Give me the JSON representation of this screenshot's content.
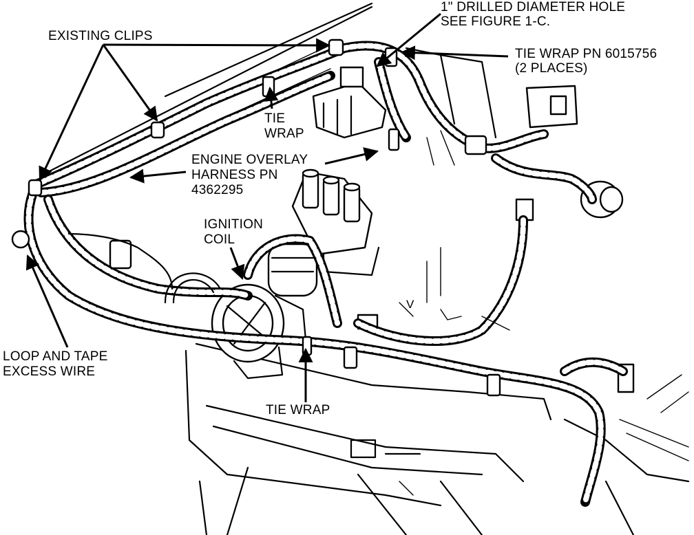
{
  "callouts": {
    "existing_clips": "EXISTING CLIPS",
    "drilled_hole_1": "1\" DRILLED DIAMETER HOLE",
    "drilled_hole_2": "SEE FIGURE 1-C.",
    "tie_wrap_pn_1": "TIE WRAP PN 6015756",
    "tie_wrap_pn_2": "(2 PLACES)",
    "tie_wrap_top_1": "TIE",
    "tie_wrap_top_2": "WRAP",
    "engine_overlay_1": "ENGINE OVERLAY",
    "engine_overlay_2": "HARNESS PN",
    "engine_overlay_3": "4362295",
    "ignition_coil_1": "IGNITION",
    "ignition_coil_2": "COIL",
    "loop_tape_1": "LOOP AND TAPE",
    "loop_tape_2": "EXCESS WIRE",
    "tie_wrap_bottom": "TIE WRAP",
    "stamp_v": "V"
  }
}
